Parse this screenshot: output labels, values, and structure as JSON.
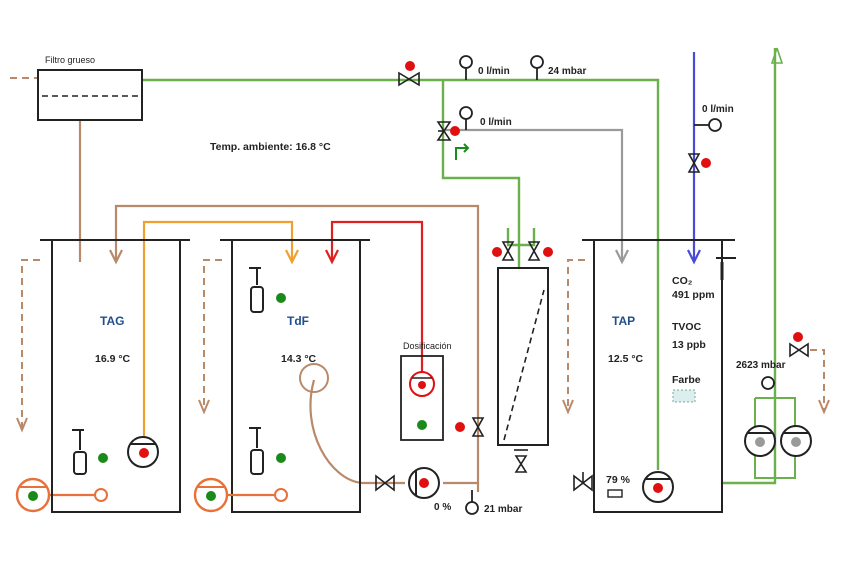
{
  "labels": {
    "filter": "Filtro grueso",
    "ambient_temp": "Temp. ambiente: 16.8 °C",
    "dosing": "Dosificación"
  },
  "tanks": {
    "tag": {
      "name": "TAG",
      "temp": "16.9 °C"
    },
    "tdf": {
      "name": "TdF",
      "temp": "14.3 °C"
    },
    "tap": {
      "name": "TAP",
      "temp": "12.5 °C",
      "level": "79 %"
    }
  },
  "sensors": {
    "co2_label": "CO₂",
    "co2_value": "491 ppm",
    "tvoc_label": "TVOC",
    "tvoc_value": "13 ppb",
    "farbe_label": "Farbe"
  },
  "readouts": {
    "flow_main": "0 l/min",
    "pressure_main": "24 mbar",
    "flow_grey": "0 l/min",
    "flow_blue": "0 l/min",
    "pressure_right": "2623 mbar",
    "pump_percent": "0 %",
    "pressure_bottom": "21 mbar"
  },
  "colors": {
    "green_line": "#6ab04c",
    "brown_line": "#b98a6a",
    "orange_line": "#f0a030",
    "red_line": "#e02020",
    "grey_line": "#9a9a9a",
    "blue_line": "#4a4ad8",
    "status_green": "#1a8a1a",
    "status_red": "#e01010",
    "pump_orange": "#e8703a"
  }
}
